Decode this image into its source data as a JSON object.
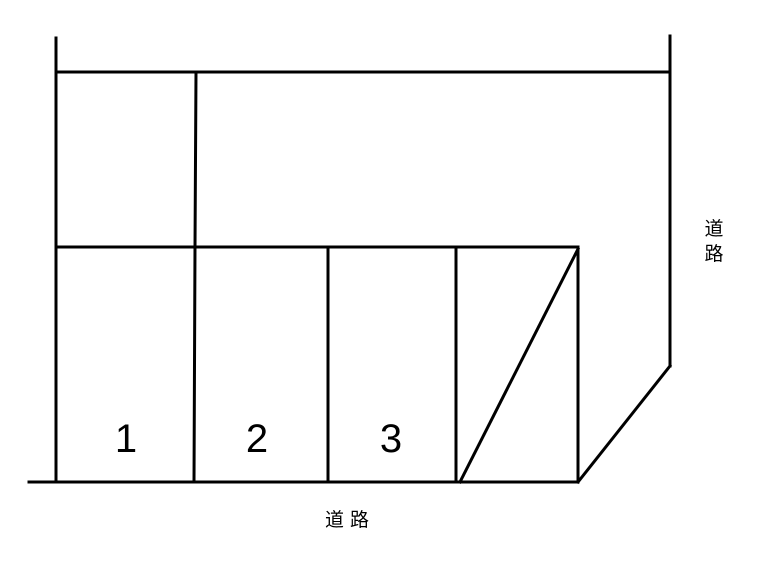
{
  "diagram": {
    "type": "land-lot-subdivision-plan",
    "colors": {
      "line": "#000000",
      "background": "#ffffff"
    },
    "lots": [
      {
        "label": "1"
      },
      {
        "label": "2"
      },
      {
        "label": "3"
      }
    ],
    "road_labels": {
      "bottom": "道 路",
      "right_top": "道",
      "right_bottom": "路"
    }
  }
}
